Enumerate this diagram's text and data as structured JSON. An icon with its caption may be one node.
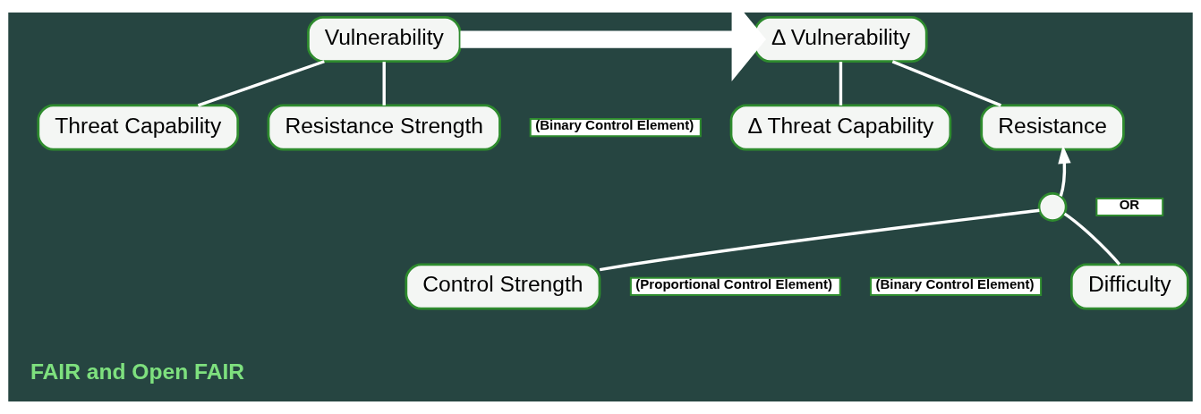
{
  "diagram": {
    "nodes": [
      {
        "text": [
          "Vulnerability"
        ]
      },
      {
        "text": [
          "Threat Capability"
        ]
      },
      {
        "text": [
          "Resistance Strength"
        ],
        "beside": [
          "(Binary Control Element)"
        ]
      },
      {
        "text": [
          "Δ Vulnerability"
        ]
      },
      {
        "text": [
          "Δ Threat Capability"
        ]
      },
      {
        "text": [
          "Resistance"
        ]
      },
      {
        "text": [],
        "shape": "circle",
        "beside": [
          "OR"
        ]
      },
      {
        "text": [
          "Difficulty"
        ],
        "beside": [
          "(Binary Control Element)"
        ]
      },
      {
        "text": [
          "Control Strength"
        ],
        "beside": [
          "(Proportional Control Element)"
        ]
      }
    ],
    "edges": [
      {
        "from": 0,
        "to": 1,
        "arrow": "none"
      },
      {
        "from": 0,
        "to": 2,
        "arrow": "none"
      },
      {
        "from": 0,
        "to": 3,
        "arrow": "to",
        "style": "thick"
      },
      {
        "from": 3,
        "to": 4,
        "arrow": "none"
      },
      {
        "from": 3,
        "to": 5,
        "arrow": "none"
      },
      {
        "from": 7,
        "to": 6,
        "arrow": "none"
      },
      {
        "from": 8,
        "to": 6,
        "arrow": "none"
      },
      {
        "from": 6,
        "to": 5,
        "arrow": "to"
      }
    ],
    "labels": [
      "FAIR and Open FAIR"
    ]
  }
}
